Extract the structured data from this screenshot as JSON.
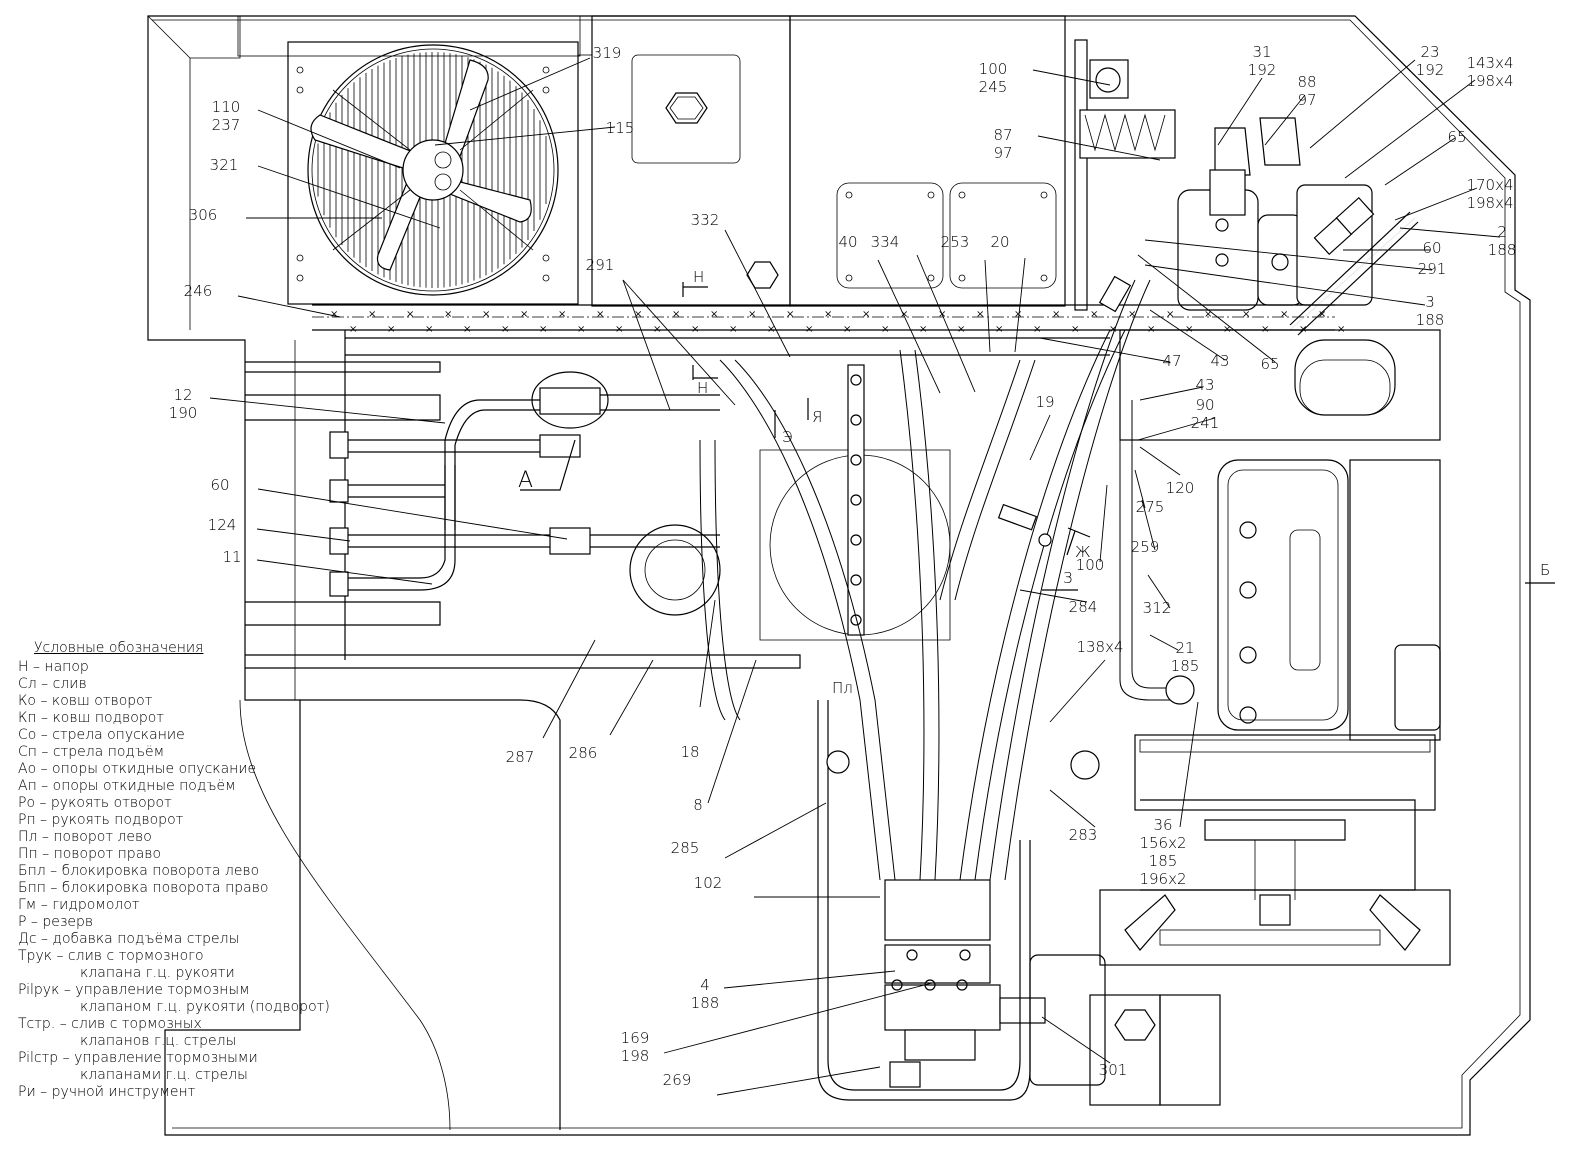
{
  "drawing": {
    "title": "Hydraulic piping layout — plan view",
    "callouts": [
      {
        "id": "c-319",
        "lines": [
          "319"
        ]
      },
      {
        "id": "c-110-237",
        "lines": [
          "110",
          "237"
        ]
      },
      {
        "id": "c-115",
        "lines": [
          "115"
        ]
      },
      {
        "id": "c-321",
        "lines": [
          "321"
        ]
      },
      {
        "id": "c-306",
        "lines": [
          "306"
        ]
      },
      {
        "id": "c-246",
        "lines": [
          "246"
        ]
      },
      {
        "id": "c-291a",
        "lines": [
          "291"
        ]
      },
      {
        "id": "c-332",
        "lines": [
          "332"
        ]
      },
      {
        "id": "c-40",
        "lines": [
          "40"
        ]
      },
      {
        "id": "c-334",
        "lines": [
          "334"
        ]
      },
      {
        "id": "c-253",
        "lines": [
          "253"
        ]
      },
      {
        "id": "c-20",
        "lines": [
          "20"
        ]
      },
      {
        "id": "c-100-245",
        "lines": [
          "100",
          "245"
        ]
      },
      {
        "id": "c-87-97",
        "lines": [
          "87",
          "97"
        ]
      },
      {
        "id": "c-31-192",
        "lines": [
          "31",
          "192"
        ]
      },
      {
        "id": "c-88-97",
        "lines": [
          "88",
          "97"
        ]
      },
      {
        "id": "c-23-192",
        "lines": [
          "23",
          "192"
        ]
      },
      {
        "id": "c-143x4",
        "lines": [
          "143x4",
          "198x4"
        ]
      },
      {
        "id": "c-65a",
        "lines": [
          "65"
        ]
      },
      {
        "id": "c-170x4",
        "lines": [
          "170x4",
          "198x4"
        ]
      },
      {
        "id": "c-2-188",
        "lines": [
          "2",
          "188"
        ]
      },
      {
        "id": "c-60a",
        "lines": [
          "60"
        ]
      },
      {
        "id": "c-291b",
        "lines": [
          "291"
        ]
      },
      {
        "id": "c-3-188",
        "lines": [
          "3",
          "188"
        ]
      },
      {
        "id": "c-47",
        "lines": [
          "47"
        ]
      },
      {
        "id": "c-43a",
        "lines": [
          "43"
        ]
      },
      {
        "id": "c-65b",
        "lines": [
          "65"
        ]
      },
      {
        "id": "c-43b",
        "lines": [
          "43"
        ]
      },
      {
        "id": "c-90-241",
        "lines": [
          "90",
          "241"
        ]
      },
      {
        "id": "c-120",
        "lines": [
          "120"
        ]
      },
      {
        "id": "c-275",
        "lines": [
          "275"
        ]
      },
      {
        "id": "c-259",
        "lines": [
          "259"
        ]
      },
      {
        "id": "c-19",
        "lines": [
          "19"
        ]
      },
      {
        "id": "c-100",
        "lines": [
          "100"
        ]
      },
      {
        "id": "c-312",
        "lines": [
          "312"
        ]
      },
      {
        "id": "c-284",
        "lines": [
          "284"
        ]
      },
      {
        "id": "c-21-185",
        "lines": [
          "21",
          "185"
        ]
      },
      {
        "id": "c-138x4",
        "lines": [
          "138x4"
        ]
      },
      {
        "id": "c-283",
        "lines": [
          "283"
        ]
      },
      {
        "id": "c-36",
        "lines": [
          "36",
          "156x2",
          "185",
          "196x2"
        ]
      },
      {
        "id": "c-12-190",
        "lines": [
          "12",
          "190"
        ]
      },
      {
        "id": "c-60b",
        "lines": [
          "60"
        ]
      },
      {
        "id": "c-124",
        "lines": [
          "124"
        ]
      },
      {
        "id": "c-11",
        "lines": [
          "11"
        ]
      },
      {
        "id": "c-287",
        "lines": [
          "287"
        ]
      },
      {
        "id": "c-286",
        "lines": [
          "286"
        ]
      },
      {
        "id": "c-18",
        "lines": [
          "18"
        ]
      },
      {
        "id": "c-8",
        "lines": [
          "8"
        ]
      },
      {
        "id": "c-285",
        "lines": [
          "285"
        ]
      },
      {
        "id": "c-102",
        "lines": [
          "102"
        ]
      },
      {
        "id": "c-4-188",
        "lines": [
          "4",
          "188"
        ]
      },
      {
        "id": "c-169-198",
        "lines": [
          "169",
          "198"
        ]
      },
      {
        "id": "c-269",
        "lines": [
          "269"
        ]
      },
      {
        "id": "c-301",
        "lines": [
          "301"
        ]
      }
    ],
    "view_markers": {
      "a": "А",
      "b": "Б",
      "n_top": "Н",
      "n_bottom": "Н",
      "e": "Э",
      "ya": "Я",
      "zh": "Ж",
      "z": "З",
      "pl": "Пл"
    }
  },
  "legend": {
    "title": "Условные обозначения",
    "items": [
      {
        "text": "Н – напор"
      },
      {
        "text": "Сл – слив"
      },
      {
        "text": "Ко – ковш отворот"
      },
      {
        "text": "Кп – ковш подворот"
      },
      {
        "text": "Со – стрела опускание"
      },
      {
        "text": "Сп – стрела подъём"
      },
      {
        "text": "Ао – опоры откидные опускание"
      },
      {
        "text": "Ап – опоры откидные подъём"
      },
      {
        "text": "Ро – рукоять отворот"
      },
      {
        "text": "Рп – рукоять подворот"
      },
      {
        "text": "Пл – поворот лево"
      },
      {
        "text": "Пп – поворот право"
      },
      {
        "text": "Бпл – блокировка поворота лево"
      },
      {
        "text": "Бпп – блокировка поворота право"
      },
      {
        "text": "Гм – гидромолот"
      },
      {
        "text": "Р – резерв"
      },
      {
        "text": "Дс – добавка подъёма стрелы"
      },
      {
        "text": "Трук – слив с тормозного",
        "cont": "клапана г.ц. рукояти"
      },
      {
        "text": "Pilрук – управление тормозным",
        "cont": "клапаном г.ц. рукояти (подворот)"
      },
      {
        "text": "Тстр. – слив с тормозных",
        "cont": "клапанов г.ц. стрелы"
      },
      {
        "text": "Pilстр – управление тормозными",
        "cont": "клапанами г.ц. стрелы"
      },
      {
        "text": "Ри – ручной инструмент"
      }
    ]
  }
}
